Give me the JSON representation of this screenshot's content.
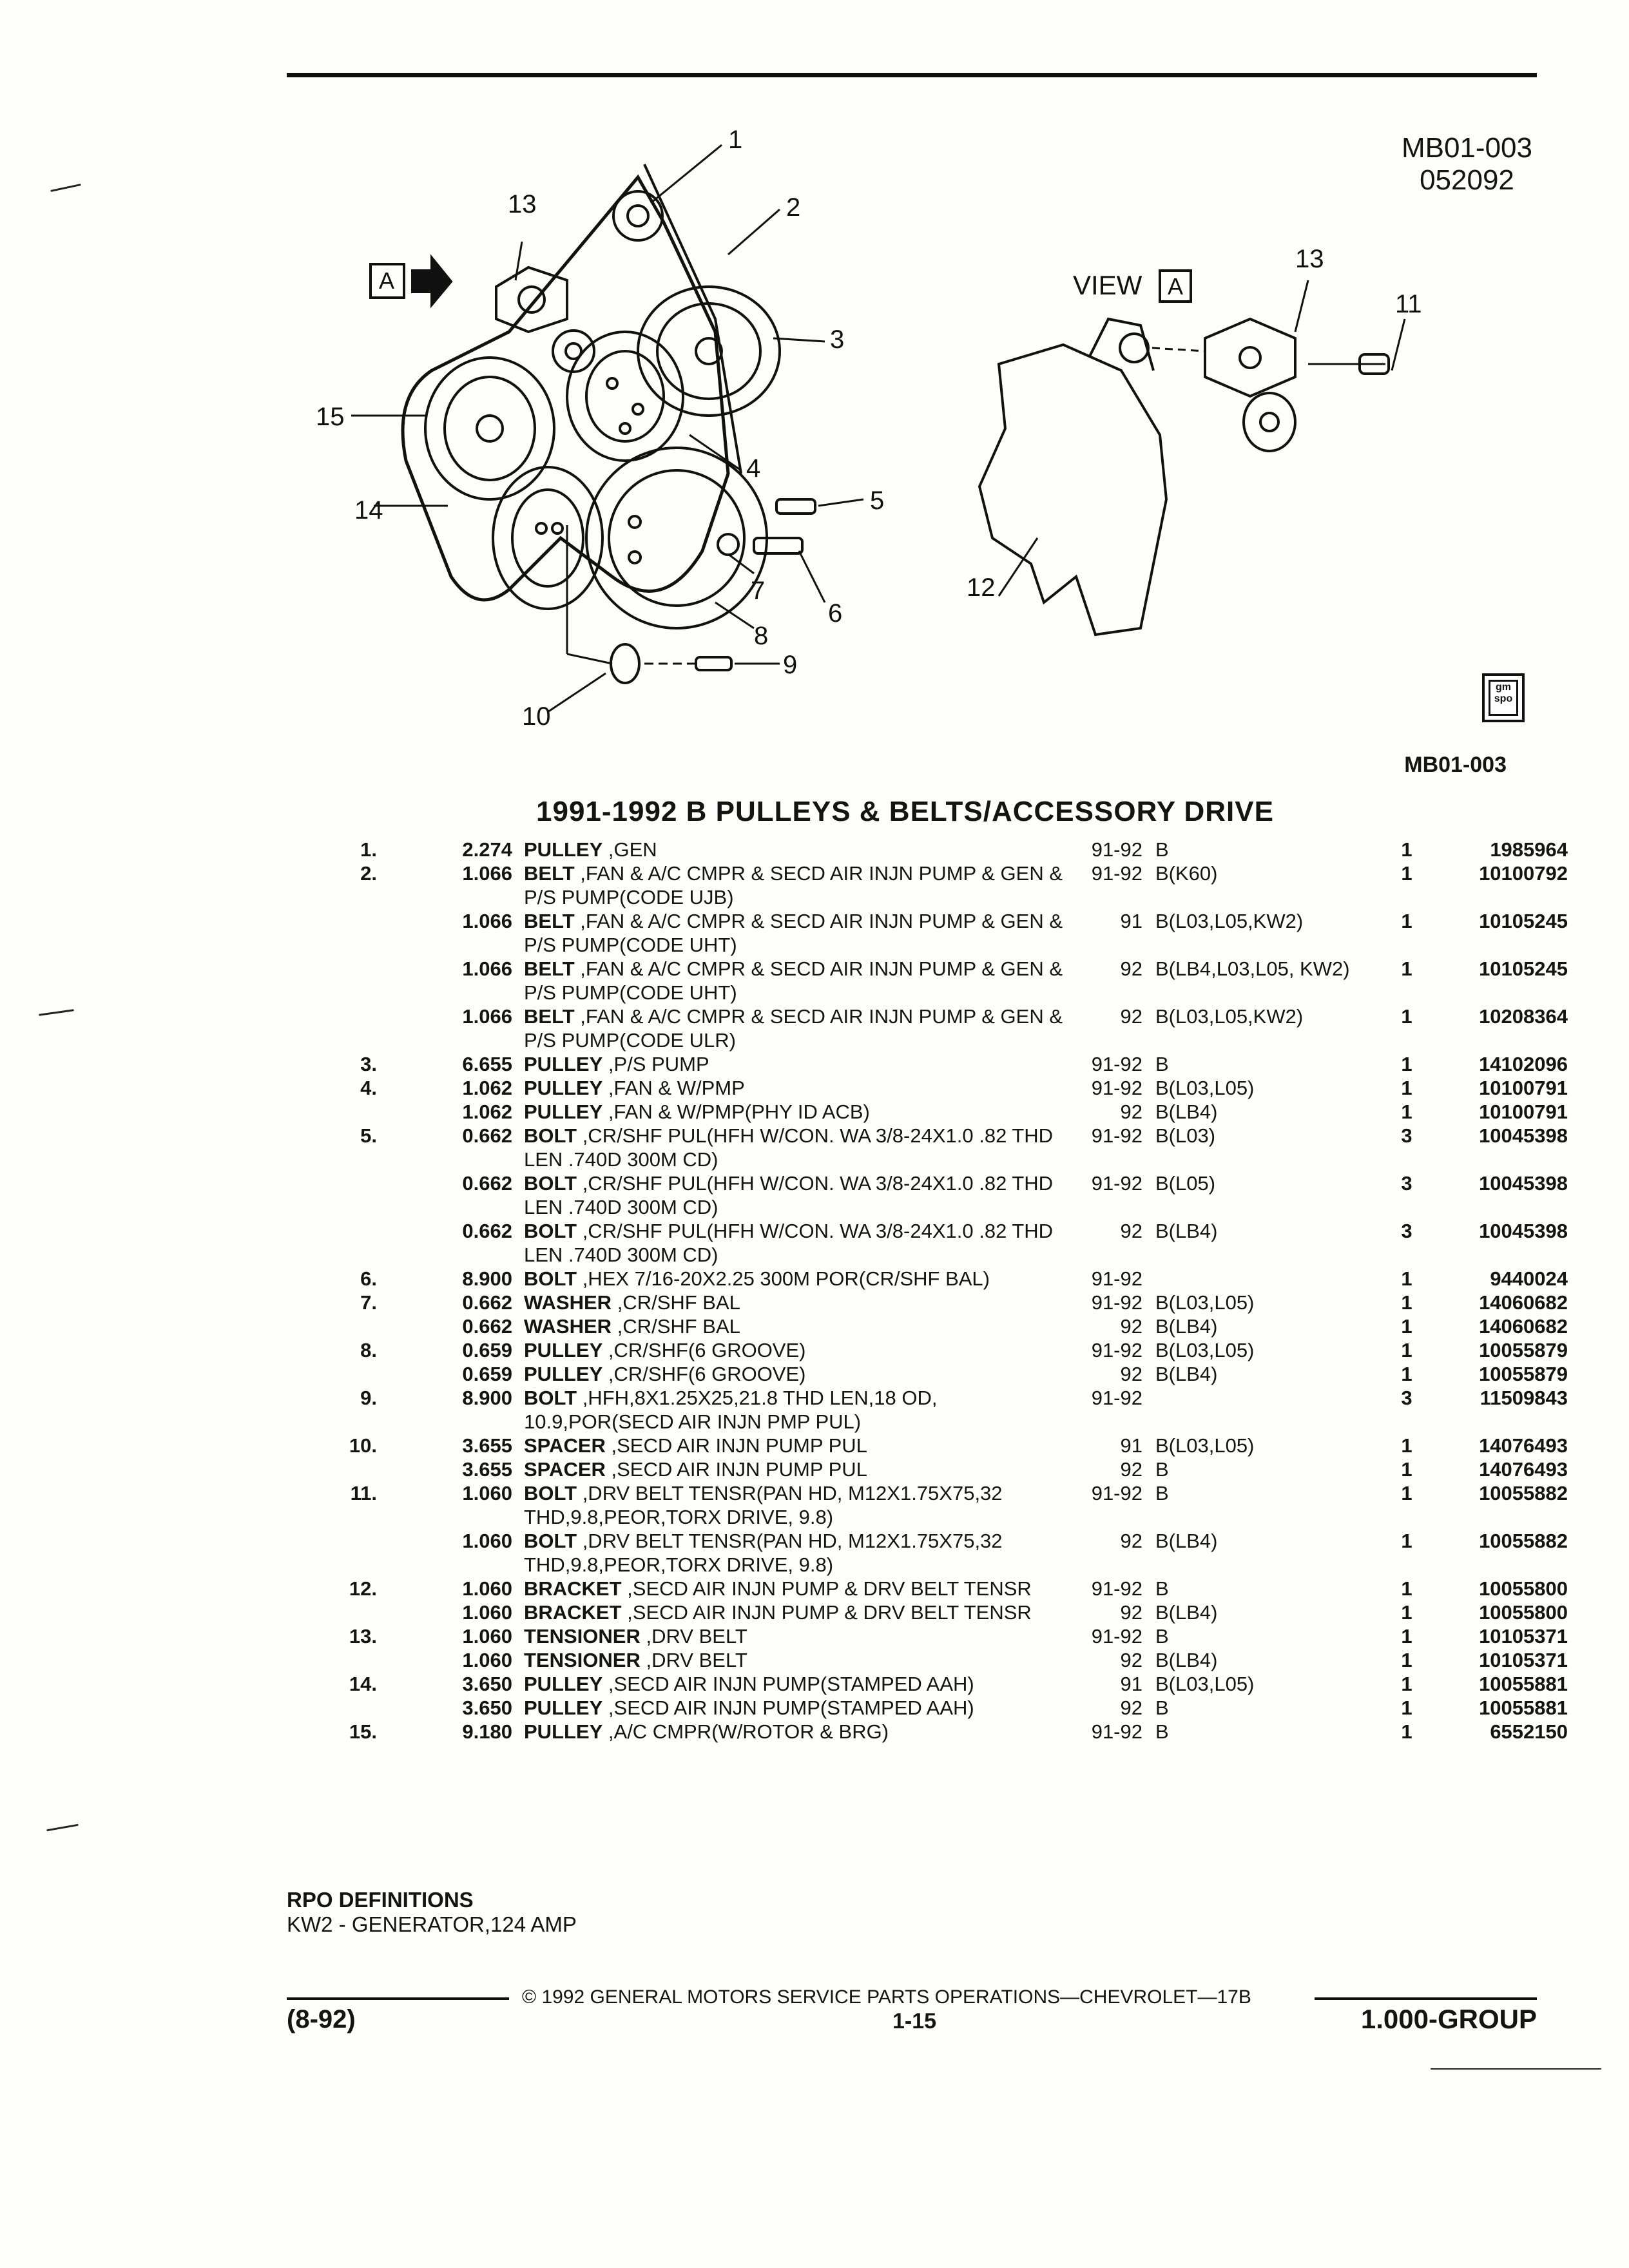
{
  "header": {
    "code_line1": "MB01-003",
    "code_line2": "052092"
  },
  "illustration": {
    "callouts": [
      "1",
      "2",
      "3",
      "4",
      "5",
      "6",
      "7",
      "8",
      "9",
      "10",
      "11",
      "12",
      "13",
      "14",
      "15",
      "13"
    ],
    "view_label": "VIEW",
    "view_letter": "A",
    "arrow_letter": "A"
  },
  "spo_icon_text": "gm spo",
  "ref_code": "MB01-003",
  "section_title": "1991-1992 B PULLEYS & BELTS/ACCESSORY DRIVE",
  "parts": [
    {
      "num": "1.",
      "grp": "2.274",
      "name": "PULLEY",
      "desc": " ,GEN",
      "yr": "91-92",
      "app": "B",
      "qty": "1",
      "pn": "1985964"
    },
    {
      "num": "2.",
      "grp": "1.066",
      "name": "BELT",
      "desc": " ,FAN & A/C CMPR & SECD AIR INJN PUMP & GEN & P/S PUMP(CODE UJB)",
      "yr": "91-92",
      "app": "B(K60)",
      "qty": "1",
      "pn": "10100792"
    },
    {
      "num": "",
      "grp": "1.066",
      "name": "BELT",
      "desc": " ,FAN & A/C CMPR & SECD AIR INJN PUMP & GEN & P/S PUMP(CODE UHT)",
      "yr": "91",
      "app": "B(L03,L05,KW2)",
      "qty": "1",
      "pn": "10105245"
    },
    {
      "num": "",
      "grp": "1.066",
      "name": "BELT",
      "desc": " ,FAN & A/C CMPR & SECD AIR INJN PUMP & GEN & P/S PUMP(CODE UHT)",
      "yr": "92",
      "app": "B(LB4,L03,L05, KW2)",
      "qty": "1",
      "pn": "10105245"
    },
    {
      "num": "",
      "grp": "1.066",
      "name": "BELT",
      "desc": " ,FAN & A/C CMPR & SECD AIR INJN PUMP & GEN & P/S PUMP(CODE ULR)",
      "yr": "92",
      "app": "B(L03,L05,KW2)",
      "qty": "1",
      "pn": "10208364"
    },
    {
      "num": "3.",
      "grp": "6.655",
      "name": "PULLEY",
      "desc": " ,P/S PUMP",
      "yr": "91-92",
      "app": "B",
      "qty": "1",
      "pn": "14102096"
    },
    {
      "num": "4.",
      "grp": "1.062",
      "name": "PULLEY",
      "desc": " ,FAN & W/PMP",
      "yr": "91-92",
      "app": "B(L03,L05)",
      "qty": "1",
      "pn": "10100791"
    },
    {
      "num": "",
      "grp": "1.062",
      "name": "PULLEY",
      "desc": " ,FAN & W/PMP(PHY ID ACB)",
      "yr": "92",
      "app": "B(LB4)",
      "qty": "1",
      "pn": "10100791"
    },
    {
      "num": "5.",
      "grp": "0.662",
      "name": "BOLT",
      "desc": " ,CR/SHF PUL(HFH W/CON. WA 3/8-24X1.0 .82 THD LEN .740D 300M CD)",
      "yr": "91-92",
      "app": "B(L03)",
      "qty": "3",
      "pn": "10045398"
    },
    {
      "num": "",
      "grp": "0.662",
      "name": "BOLT",
      "desc": " ,CR/SHF PUL(HFH W/CON. WA 3/8-24X1.0 .82 THD LEN .740D 300M CD)",
      "yr": "91-92",
      "app": "B(L05)",
      "qty": "3",
      "pn": "10045398"
    },
    {
      "num": "",
      "grp": "0.662",
      "name": "BOLT",
      "desc": " ,CR/SHF PUL(HFH W/CON. WA 3/8-24X1.0 .82 THD LEN .740D 300M CD)",
      "yr": "92",
      "app": "B(LB4)",
      "qty": "3",
      "pn": "10045398"
    },
    {
      "num": "6.",
      "grp": "8.900",
      "name": "BOLT",
      "desc": " ,HEX 7/16-20X2.25 300M POR(CR/SHF BAL)",
      "yr": "91-92",
      "app": "",
      "qty": "1",
      "pn": "9440024"
    },
    {
      "num": "7.",
      "grp": "0.662",
      "name": "WASHER",
      "desc": " ,CR/SHF BAL",
      "yr": "91-92",
      "app": "B(L03,L05)",
      "qty": "1",
      "pn": "14060682"
    },
    {
      "num": "",
      "grp": "0.662",
      "name": "WASHER",
      "desc": " ,CR/SHF BAL",
      "yr": "92",
      "app": "B(LB4)",
      "qty": "1",
      "pn": "14060682"
    },
    {
      "num": "8.",
      "grp": "0.659",
      "name": "PULLEY",
      "desc": " ,CR/SHF(6 GROOVE)",
      "yr": "91-92",
      "app": "B(L03,L05)",
      "qty": "1",
      "pn": "10055879"
    },
    {
      "num": "",
      "grp": "0.659",
      "name": "PULLEY",
      "desc": " ,CR/SHF(6 GROOVE)",
      "yr": "92",
      "app": "B(LB4)",
      "qty": "1",
      "pn": "10055879"
    },
    {
      "num": "9.",
      "grp": "8.900",
      "name": "BOLT",
      "desc": " ,HFH,8X1.25X25,21.8 THD LEN,18 OD, 10.9,POR(SECD AIR INJN PMP PUL)",
      "yr": "91-92",
      "app": "",
      "qty": "3",
      "pn": "11509843"
    },
    {
      "num": "10.",
      "grp": "3.655",
      "name": "SPACER",
      "desc": " ,SECD AIR INJN PUMP PUL",
      "yr": "91",
      "app": "B(L03,L05)",
      "qty": "1",
      "pn": "14076493"
    },
    {
      "num": "",
      "grp": "3.655",
      "name": "SPACER",
      "desc": " ,SECD AIR INJN PUMP PUL",
      "yr": "92",
      "app": "B",
      "qty": "1",
      "pn": "14076493"
    },
    {
      "num": "11.",
      "grp": "1.060",
      "name": "BOLT",
      "desc": " ,DRV BELT TENSR(PAN HD, M12X1.75X75,32 THD,9.8,PEOR,TORX DRIVE, 9.8)",
      "yr": "91-92",
      "app": "B",
      "qty": "1",
      "pn": "10055882"
    },
    {
      "num": "",
      "grp": "1.060",
      "name": "BOLT",
      "desc": " ,DRV BELT TENSR(PAN HD, M12X1.75X75,32 THD,9.8,PEOR,TORX DRIVE, 9.8)",
      "yr": "92",
      "app": "B(LB4)",
      "qty": "1",
      "pn": "10055882"
    },
    {
      "num": "12.",
      "grp": "1.060",
      "name": "BRACKET",
      "desc": " ,SECD AIR INJN PUMP & DRV BELT TENSR",
      "yr": "91-92",
      "app": "B",
      "qty": "1",
      "pn": "10055800"
    },
    {
      "num": "",
      "grp": "1.060",
      "name": "BRACKET",
      "desc": " ,SECD AIR INJN PUMP & DRV BELT TENSR",
      "yr": "92",
      "app": "B(LB4)",
      "qty": "1",
      "pn": "10055800"
    },
    {
      "num": "13.",
      "grp": "1.060",
      "name": "TENSIONER",
      "desc": " ,DRV BELT",
      "yr": "91-92",
      "app": "B",
      "qty": "1",
      "pn": "10105371"
    },
    {
      "num": "",
      "grp": "1.060",
      "name": "TENSIONER",
      "desc": " ,DRV BELT",
      "yr": "92",
      "app": "B(LB4)",
      "qty": "1",
      "pn": "10105371"
    },
    {
      "num": "14.",
      "grp": "3.650",
      "name": "PULLEY",
      "desc": " ,SECD AIR INJN PUMP(STAMPED AAH)",
      "yr": "91",
      "app": "B(L03,L05)",
      "qty": "1",
      "pn": "10055881"
    },
    {
      "num": "",
      "grp": "3.650",
      "name": "PULLEY",
      "desc": " ,SECD AIR INJN PUMP(STAMPED AAH)",
      "yr": "92",
      "app": "B",
      "qty": "1",
      "pn": "10055881"
    },
    {
      "num": "15.",
      "grp": "9.180",
      "name": "PULLEY",
      "desc": " ,A/C CMPR(W/ROTOR & BRG)",
      "yr": "91-92",
      "app": "B",
      "qty": "1",
      "pn": "6552150"
    }
  ],
  "rpo": {
    "heading": "RPO DEFINITIONS",
    "line": "KW2 - GENERATOR,124 AMP"
  },
  "footer": {
    "copyright": "© 1992 GENERAL MOTORS SERVICE PARTS OPERATIONS—CHEVROLET—17B",
    "date": "(8-92)",
    "page": "1-15",
    "group": "1.000-GROUP"
  }
}
